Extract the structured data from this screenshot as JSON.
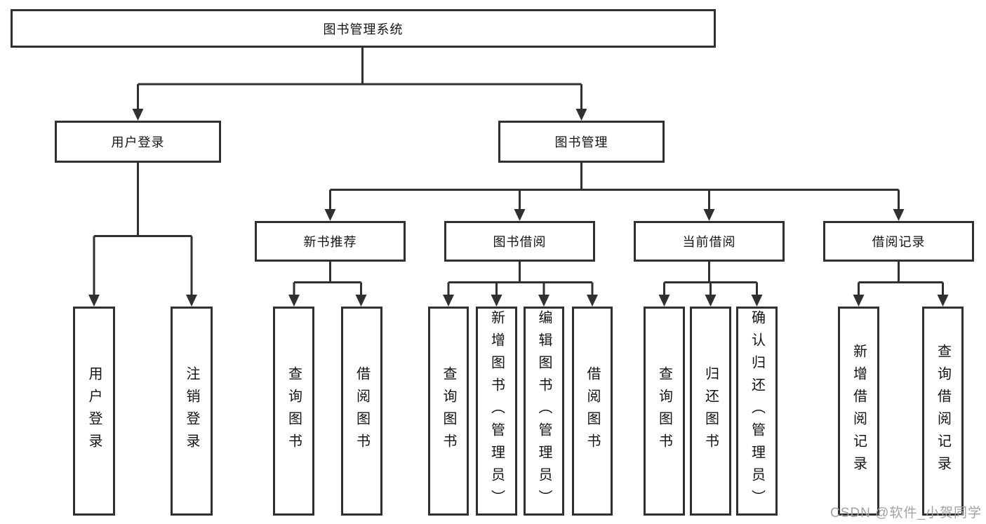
{
  "root": {
    "label": "图书管理系统"
  },
  "branches": [
    {
      "label": "用户登录",
      "children": [
        {
          "label": "用户登录"
        },
        {
          "label": "注销登录"
        }
      ]
    },
    {
      "label": "图书管理",
      "children": [
        {
          "label": "新书推荐",
          "children": [
            {
              "label": "查询图书"
            },
            {
              "label": "借阅图书"
            }
          ]
        },
        {
          "label": "图书借阅",
          "children": [
            {
              "label": "查询图书"
            },
            {
              "label": "新增图书（管理员）"
            },
            {
              "label": "编辑图书（管理员）"
            },
            {
              "label": "借阅图书"
            }
          ]
        },
        {
          "label": "当前借阅",
          "children": [
            {
              "label": "查询图书"
            },
            {
              "label": "归还图书"
            },
            {
              "label": "确认归还（管理员）"
            }
          ]
        },
        {
          "label": "借阅记录",
          "children": [
            {
              "label": "新增借阅记录"
            },
            {
              "label": "查询借阅记录"
            }
          ]
        }
      ]
    }
  ],
  "watermark": {
    "text": "CSDN @软件_小贺同学"
  },
  "colors": {
    "line": "#303030",
    "text": "#141414",
    "background": "#ffffff",
    "watermark": "#a2a2a6"
  }
}
